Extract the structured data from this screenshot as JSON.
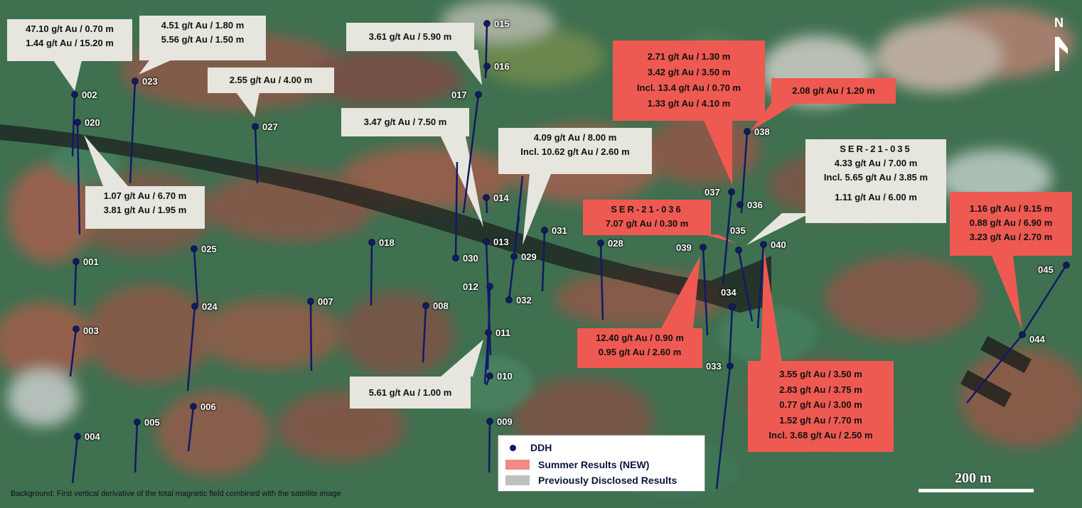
{
  "north_label": "N",
  "colors": {
    "collar": "#111a66",
    "trace": "#111a66",
    "new": "#ee5a52",
    "previous": "#e6e6df"
  },
  "holes": [
    "001",
    "002",
    "003",
    "004",
    "005",
    "006",
    "007",
    "008",
    "009",
    "010",
    "011",
    "012",
    "013",
    "014",
    "015",
    "016",
    "017",
    "018",
    "020",
    "023",
    "024",
    "025",
    "027",
    "028",
    "029",
    "030",
    "031",
    "032",
    "033",
    "034",
    "035",
    "036",
    "037",
    "038",
    "039",
    "040",
    "044",
    "045"
  ],
  "callouts": {
    "c_002": [
      "47.10 g/t Au / 0.70 m",
      "1.44 g/t Au / 15.20 m"
    ],
    "c_023": [
      "4.51 g/t Au / 1.80 m",
      "5.56 g/t Au / 1.50 m"
    ],
    "c_027": [
      "2.55 g/t Au / 4.00 m"
    ],
    "c_017": [
      "3.61 g/t Au / 5.90 m"
    ],
    "c_020": [
      "1.07 g/t Au / 6.70 m",
      "3.81 g/t Au / 1.95 m"
    ],
    "c_030": [
      "3.47 g/t Au / 7.50 m"
    ],
    "c_029": [
      "4.09 g/t Au / 8.00 m",
      "Incl. 10.62 g/t Au / 2.60 m"
    ],
    "c_011": [
      "5.61 g/t Au / 1.00 m"
    ],
    "c_037": [
      "2.71 g/t Au / 1.30 m",
      "3.42 g/t Au / 3.50 m",
      "Incl. 13.4 g/t Au / 0.70 m",
      "1.33 g/t Au / 4.10 m"
    ],
    "c_038": [
      "2.08 g/t Au / 1.20 m"
    ],
    "c_035_title": "SER-21-035",
    "c_035": [
      "4.33 g/t Au / 7.00 m",
      "Incl. 5.65 g/t Au / 3.85 m",
      "1.11 g/t Au / 6.00 m"
    ],
    "c_036_title": "SER-21-036",
    "c_036": [
      "7.07 g/t Au / 0.30 m"
    ],
    "c_039": [
      "12.40 g/t Au / 0.90 m",
      "0.95 g/t Au / 2.60 m"
    ],
    "c_034": [
      "3.55 g/t Au / 3.50 m",
      "2.83 g/t Au / 3.75 m",
      "0.77 g/t Au / 3.00 m",
      "1.52 g/t Au / 7.70 m",
      "Incl. 3.68 g/t Au / 2.50 m"
    ],
    "c_044": [
      "1.16 g/t Au / 9.15 m",
      "0.88 g/t Au / 6.90 m",
      "3.23 g/t Au / 2.70 m"
    ]
  },
  "legend": {
    "ddh": "DDH",
    "new": "Summer Results (NEW)",
    "previous": "Previously Disclosed Results"
  },
  "scale_label": "200 m",
  "background_caption": "Background: First vertical derivative of the total magnetic field combined with the satellite image"
}
